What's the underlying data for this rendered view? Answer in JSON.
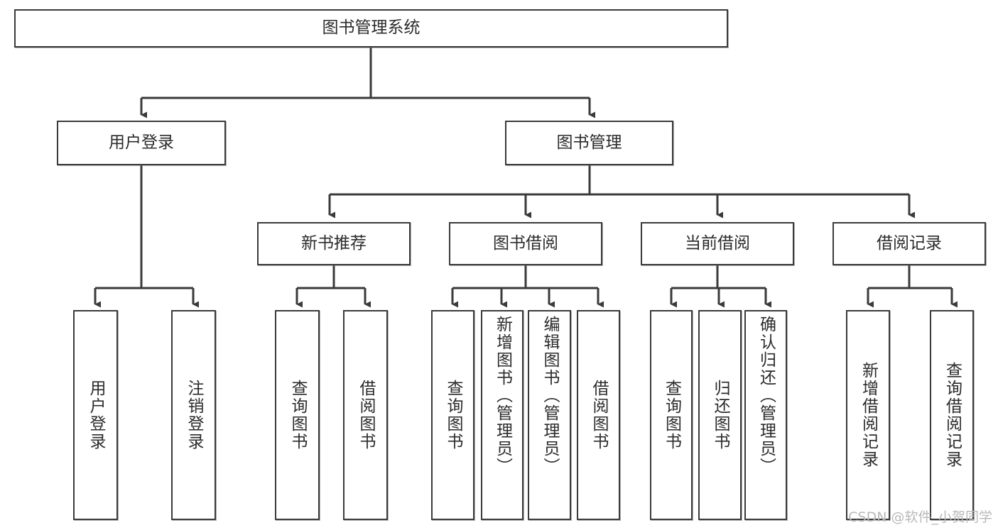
{
  "diagram": {
    "type": "tree",
    "title": "图书管理系统",
    "root": {
      "label": "图书管理系统"
    },
    "level2": [
      {
        "label": "用户登录"
      },
      {
        "label": "图书管理"
      }
    ],
    "level3": [
      {
        "label": "新书推荐"
      },
      {
        "label": "图书借阅"
      },
      {
        "label": "当前借阅"
      },
      {
        "label": "借阅记录"
      }
    ],
    "leaves": {
      "user_login": [
        {
          "label": "用户登录"
        },
        {
          "label": "注销登录"
        }
      ],
      "new_book_recommend": [
        {
          "label": "查询图书"
        },
        {
          "label": "借阅图书"
        }
      ],
      "book_borrow": [
        {
          "label": "查询图书"
        },
        {
          "label": "新增图书（管理员）"
        },
        {
          "label": "编辑图书（管理员）"
        },
        {
          "label": "借阅图书"
        }
      ],
      "current_borrow": [
        {
          "label": "查询图书"
        },
        {
          "label": "归还图书"
        },
        {
          "label": "确认归还（管理员）"
        }
      ],
      "borrow_record": [
        {
          "label": "新增借阅记录"
        },
        {
          "label": "查询借阅记录"
        }
      ]
    }
  },
  "watermark": {
    "text": "CSDN @软件_小贺同学"
  },
  "colors": {
    "stroke": "#3a3a3a",
    "fill": "#ffffff",
    "text": "#2b2b2b",
    "watermark": "#b9b9b9"
  }
}
